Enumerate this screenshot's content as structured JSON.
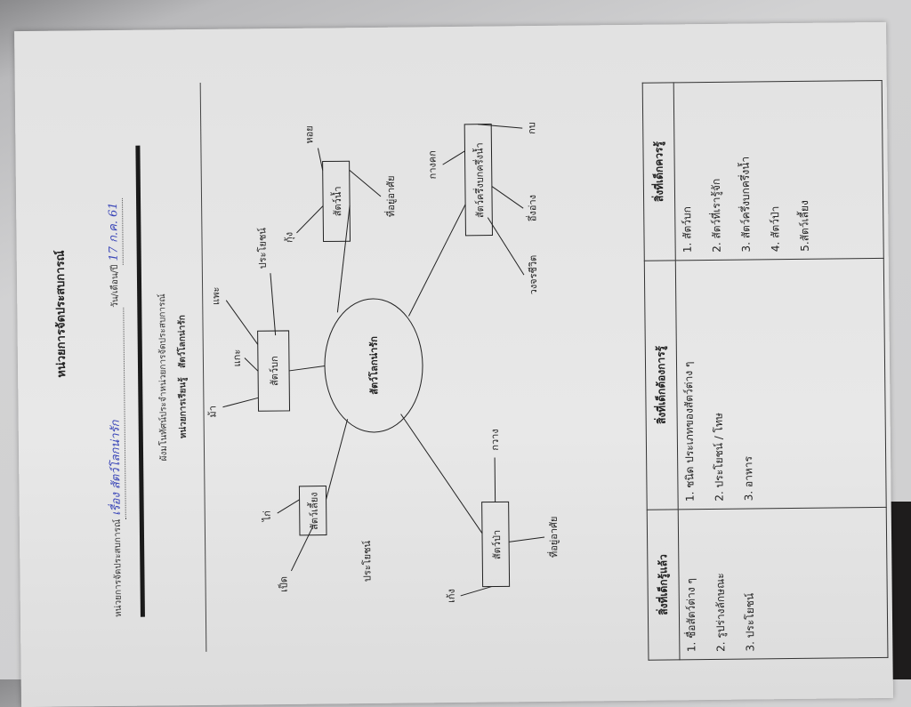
{
  "header": {
    "title": "หน่วยการจัดประสบการณ์",
    "unit_label": "หน่วยการจัดประสบการณ์",
    "unit_value": "เรื่อง สัตว์โลกน่ารัก",
    "date_label": "วัน/เดือน/ปี",
    "date_value": "17 ก.ค. 61"
  },
  "concept_map": {
    "heading": "ผังมโนทัศน์ประจำหน่วยการจัดประสบการณ์",
    "subheading_label": "หน่วยการเรียนรู้",
    "subheading_value": "สัตว์โลกน่ารัก",
    "center": "สัตว์โลกน่ารัก",
    "land": {
      "name": "สัตว์บก",
      "items": [
        "ม้า",
        "แกะ",
        "แพะ",
        "ประโยชน์"
      ]
    },
    "water": {
      "name": "สัตว์น้ำ",
      "items": [
        "กุ้ง",
        "หอย",
        "ที่อยู่อาศัย"
      ]
    },
    "amphibian": {
      "name": "สัตว์ครึ่งบกครึ่งน้ำ",
      "items": [
        "กางคก",
        "กบ",
        "อึ่งอ่าง",
        "วงจรชีวิต"
      ]
    },
    "pet": {
      "name": "สัตว์เลี้ยง",
      "items": [
        "ไก่",
        "เป็ด",
        "ประโยชน์"
      ]
    },
    "wild": {
      "name": "สัตว์ป่า",
      "items": [
        "กวาง",
        "เก้ง",
        "ที่อยู่อาศัย"
      ]
    }
  },
  "table": {
    "headers": [
      "สิ่งที่เด็กรู้แล้ว",
      "สิ่งที่เด็กต้องการรู้",
      "สิ่งที่เด็กควรรู้"
    ],
    "known": [
      "1. ชื่อสัตว์ต่าง ๆ",
      "2. รูปร่างลักษณะ",
      "3. ประโยชน์"
    ],
    "want": [
      "1. ชนิด ประเภทของสัตว์ต่าง ๆ",
      "2. ประโยชน์ / โทษ",
      "3. อาหาร"
    ],
    "should": [
      "1. สัตว์บก",
      "2. สัตว์ที่เรารู้จัก",
      "3. สัตว์ครึ่งบกครึ่งน้ำ",
      "4. สัตว์ป่า",
      "5.สัตว์เลี้ยง"
    ]
  }
}
